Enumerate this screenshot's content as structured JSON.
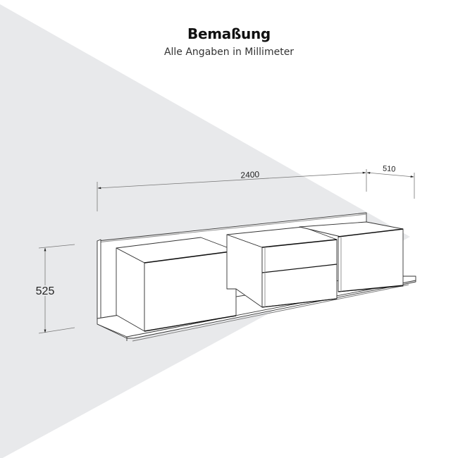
{
  "header": {
    "title": "Bemaßung",
    "subtitle": "Alle Angaben in Millimeter"
  },
  "dimensions": {
    "width": "2400",
    "depth": "510",
    "height": "525"
  },
  "colors": {
    "background": "#ffffff",
    "wedge": "#e8e9eb",
    "line": "#333333",
    "dim_line": "#777777"
  }
}
